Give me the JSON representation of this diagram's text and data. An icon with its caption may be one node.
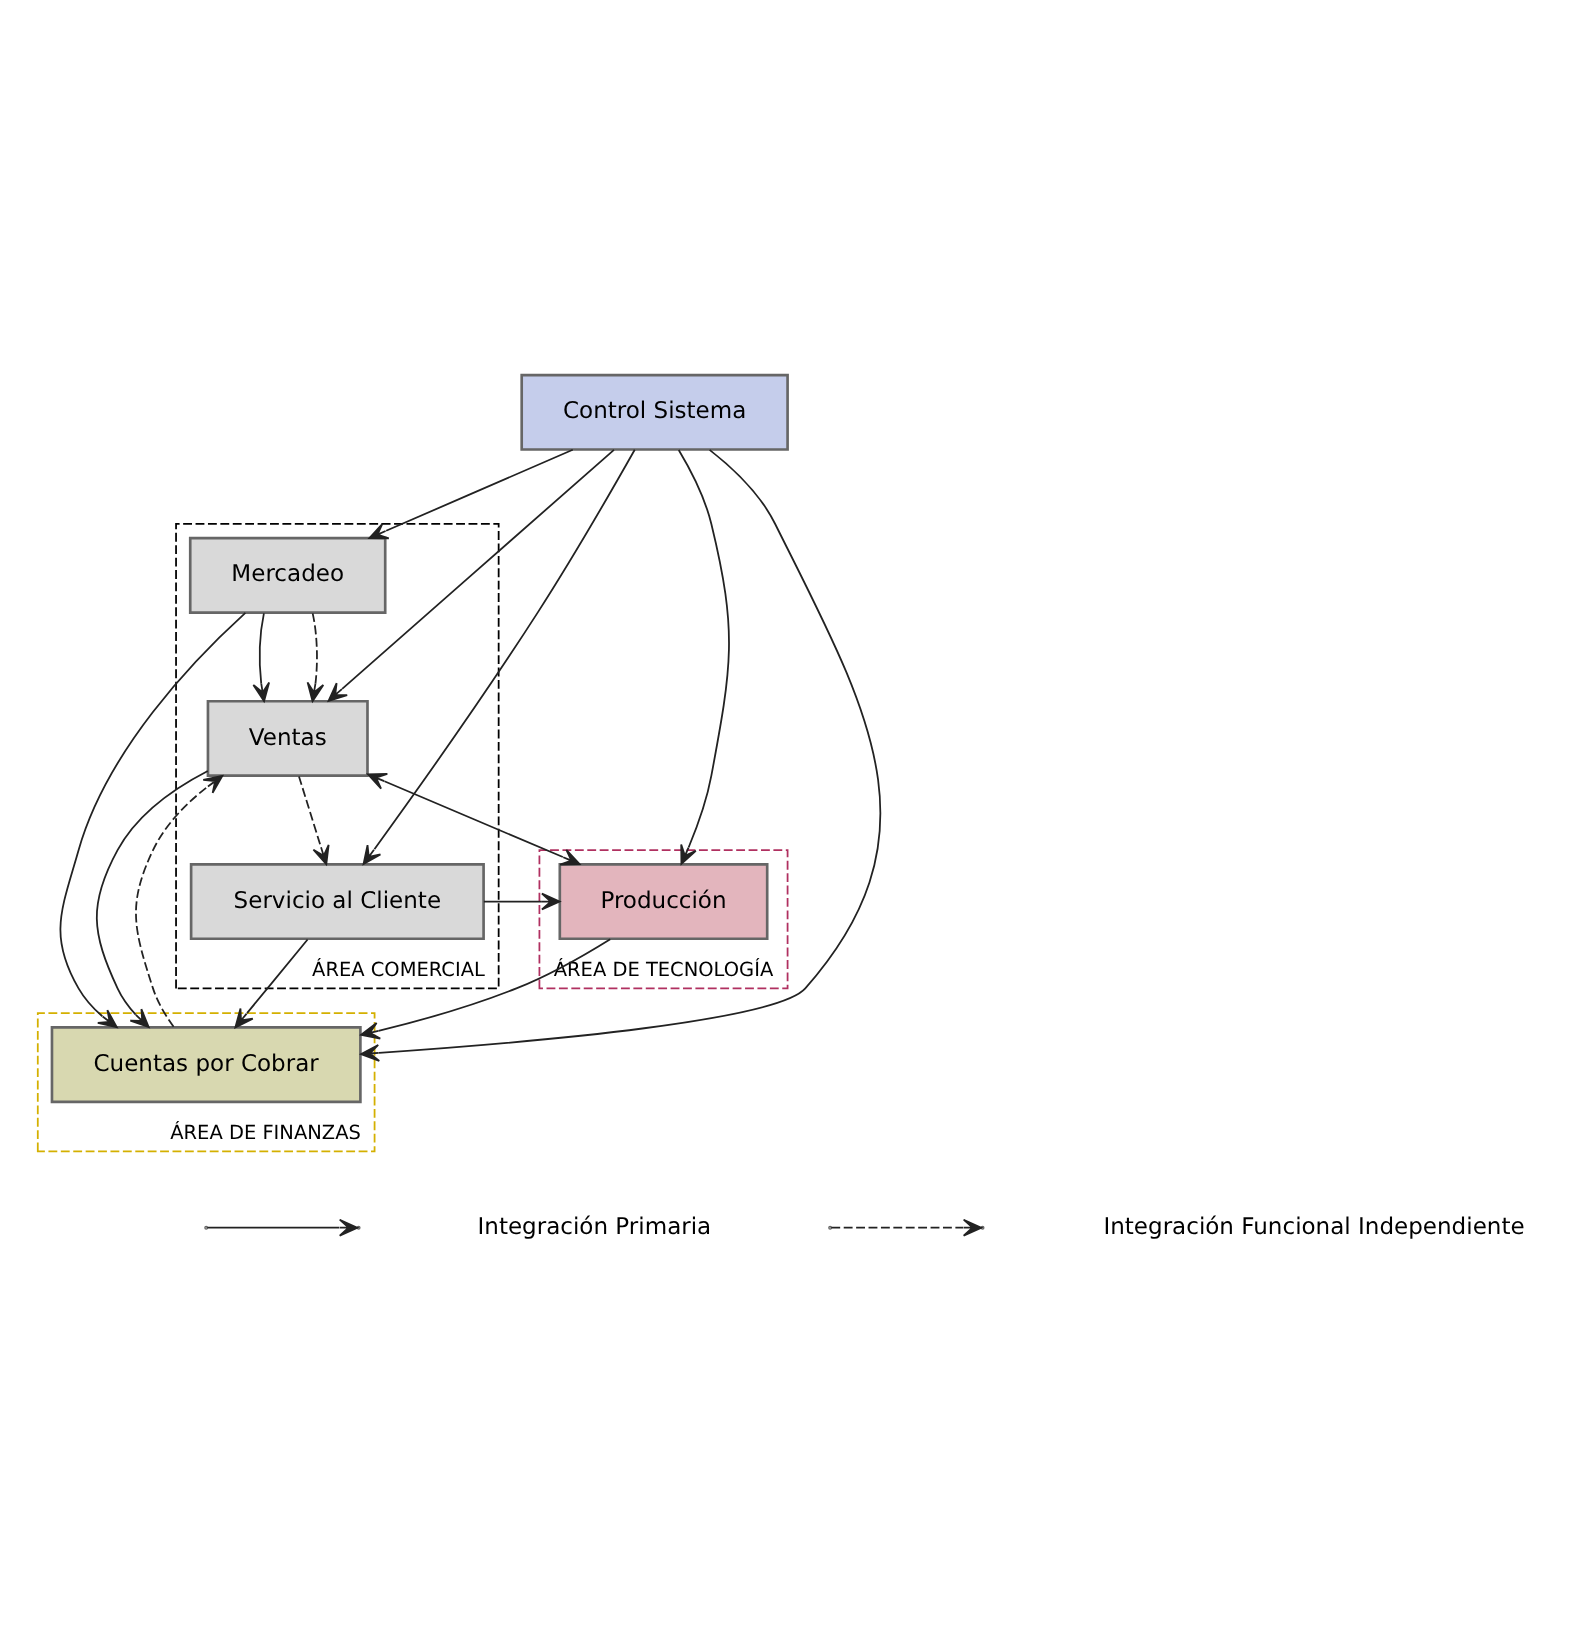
{
  "diagram": {
    "nodes": [
      {
        "text": [
          "ÁREA COMERCIAL"
        ]
      },
      {
        "text": [
          "Mercadeo"
        ],
        "in": 0
      },
      {
        "text": [
          "Ventas"
        ],
        "in": 0
      },
      {
        "text": [
          "Servicio al Cliente"
        ],
        "in": 0
      },
      {
        "text": [
          "ÁREA DE TECNOLOGÍA"
        ]
      },
      {
        "text": [
          "Producción"
        ],
        "in": 4
      },
      {
        "text": [
          "ÁREA DE FINANZAS"
        ]
      },
      {
        "text": [
          "Cuentas por Cobrar"
        ],
        "in": 6
      },
      {
        "text": [
          "Control Sistema"
        ]
      }
    ],
    "edges": [
      {
        "from": 1,
        "to": 2,
        "arrow": "to"
      },
      {
        "from": 1,
        "to": 2,
        "arrow": "to",
        "style": "dashed"
      },
      {
        "from": 8,
        "to": 2,
        "arrow": "to"
      },
      {
        "from": 7,
        "to": 2,
        "arrow": "to",
        "style": "dashed"
      },
      {
        "from": 2,
        "to": 3,
        "arrow": "to",
        "style": "dashed"
      },
      {
        "from": 2,
        "to": 5,
        "arrow": "both"
      },
      {
        "from": 2,
        "to": 7,
        "arrow": "to"
      },
      {
        "from": 3,
        "to": 5,
        "arrow": "to"
      },
      {
        "from": 3,
        "to": 7,
        "arrow": "to"
      },
      {
        "from": 5,
        "to": 7,
        "arrow": "to"
      },
      {
        "from": 1,
        "to": 7,
        "arrow": "to"
      },
      {
        "from": 8,
        "to": 1,
        "arrow": "to"
      },
      {
        "from": 8,
        "to": 5,
        "arrow": "to"
      },
      {
        "from": 8,
        "to": 7,
        "arrow": "to"
      },
      {
        "from": 8,
        "to": 3,
        "arrow": "to"
      }
    ],
    "legend": [
      {
        "text": "Integración Primaria"
      },
      {
        "text": "Integración Funcional Independiente"
      }
    ]
  }
}
